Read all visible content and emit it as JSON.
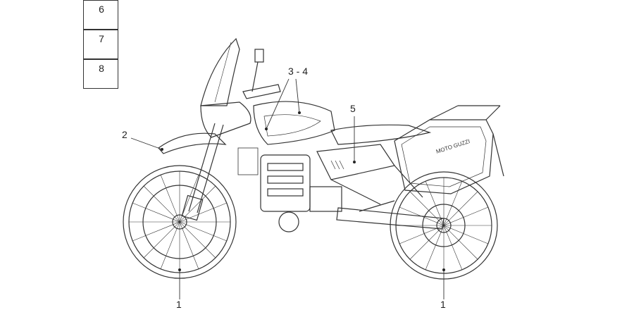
{
  "parts_boxes": [
    {
      "number": "6"
    },
    {
      "number": "7"
    },
    {
      "number": "8"
    }
  ],
  "callouts": [
    {
      "label": "1"
    },
    {
      "label": "1"
    },
    {
      "label": "2"
    },
    {
      "label": "3 - 4"
    },
    {
      "label": "5"
    }
  ],
  "decals": {
    "pannier_logo": "MOTO GUZZI"
  }
}
